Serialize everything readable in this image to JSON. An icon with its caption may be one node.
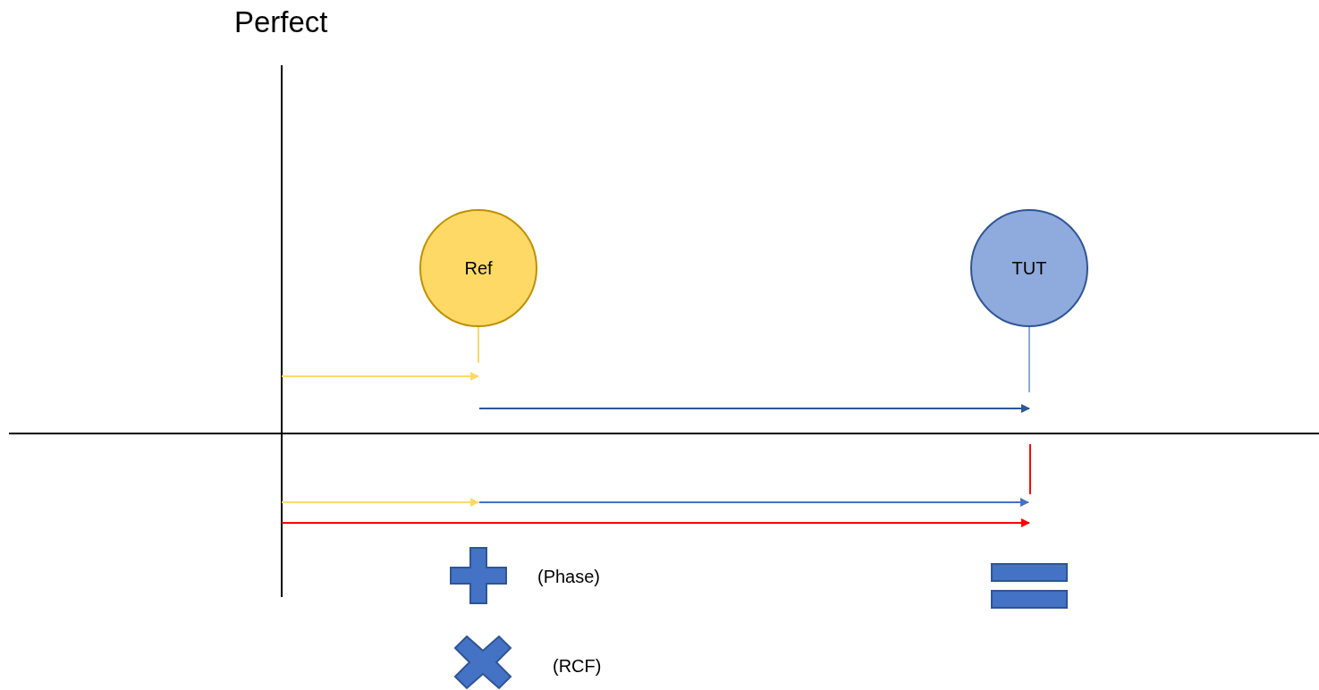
{
  "diagram": {
    "title": "Perfect",
    "nodes": [
      {
        "text": [
          "Ref"
        ]
      },
      {
        "text": [
          "TUT"
        ]
      }
    ],
    "edges": [
      {
        "from": 0,
        "to": null,
        "arrow": "none",
        "color": "#ffd966"
      },
      {
        "from": 1,
        "to": null,
        "arrow": "none",
        "color": "#8faadc"
      }
    ],
    "labels": [
      "(Phase)",
      "(RCF)"
    ]
  }
}
